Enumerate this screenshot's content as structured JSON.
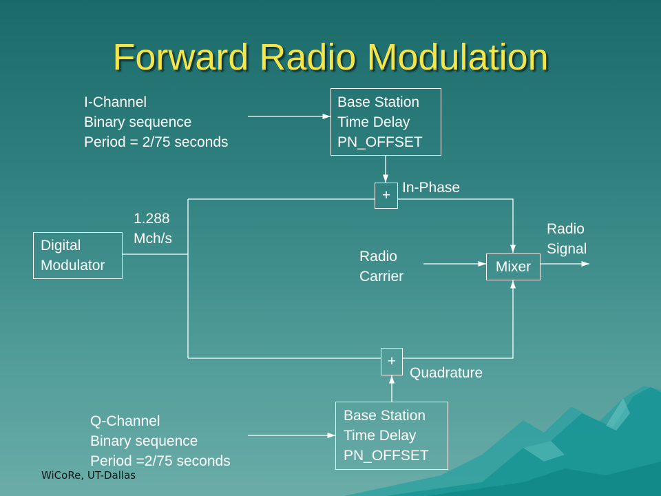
{
  "slide": {
    "title": "Forward Radio Modulation",
    "footer": "WiCoRe, UT-Dallas"
  },
  "diagram": {
    "i_channel": [
      "I-Channel",
      "Binary sequence",
      "Period = 2/75 seconds"
    ],
    "q_channel": [
      "Q-Channel",
      "Binary sequence",
      "Period =2/75 seconds"
    ],
    "base_station_top": [
      "Base Station",
      "Time Delay",
      "PN_OFFSET"
    ],
    "base_station_bottom": [
      "Base Station",
      "Time Delay",
      "PN_OFFSET"
    ],
    "digital_modulator": [
      "Digital",
      "Modulator"
    ],
    "rate": [
      "1.288",
      "Mch/s"
    ],
    "adder_top": "+",
    "adder_bottom": "+",
    "in_phase": "In-Phase",
    "quadrature": "Quadrature",
    "radio_carrier": [
      "Radio",
      "Carrier"
    ],
    "mixer": "Mixer",
    "radio_signal": [
      "Radio",
      "Signal"
    ]
  },
  "colors": {
    "background_top": "#1a6a6a",
    "background_bottom": "#6aaca8",
    "title": "#f4e54a",
    "text": "#ffffff",
    "mountain": "#1f9b9b"
  }
}
